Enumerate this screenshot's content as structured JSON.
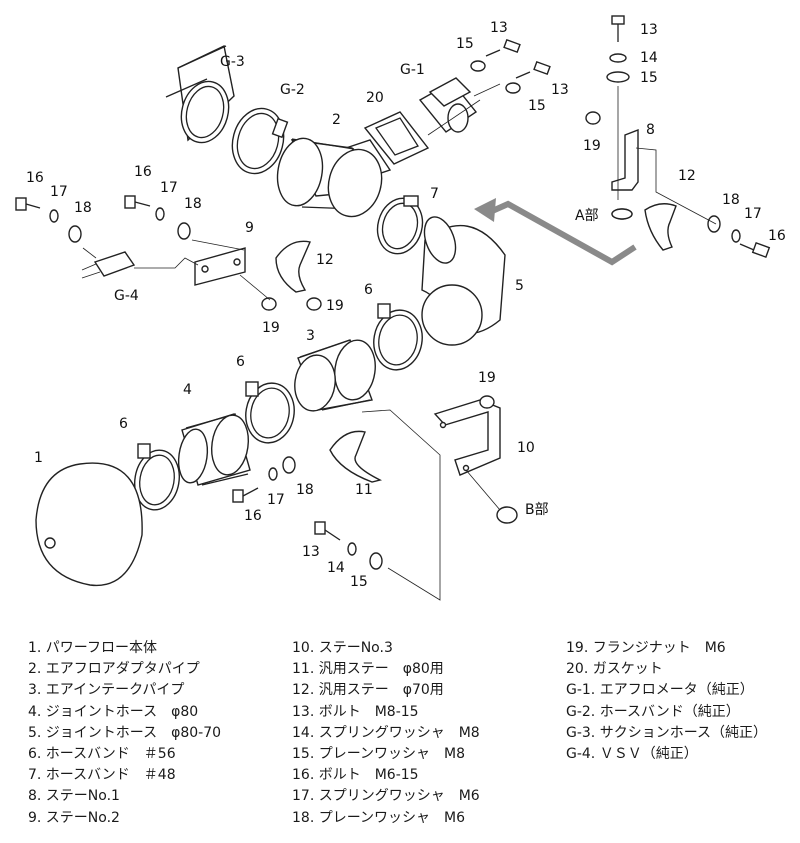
{
  "callouts": {
    "n1": "1",
    "n2": "2",
    "n3": "3",
    "n4": "4",
    "n5": "5",
    "n6a": "6",
    "n6b": "6",
    "n6c": "6",
    "n7": "7",
    "n8": "8",
    "n9": "9",
    "n10": "10",
    "n11": "11",
    "n12a": "12",
    "n12b": "12",
    "n13a": "13",
    "n13b": "13",
    "n13c": "13",
    "n13d": "13",
    "n14a": "14",
    "n14b": "14",
    "n15a": "15",
    "n15b": "15",
    "n15c": "15",
    "n15d": "15",
    "n16a": "16",
    "n16b": "16",
    "n16c": "16",
    "n16d": "16",
    "n17a": "17",
    "n17b": "17",
    "n17c": "17",
    "n17d": "17",
    "n18a": "18",
    "n18b": "18",
    "n18c": "18",
    "n18d": "18",
    "n19a": "19",
    "n19b": "19",
    "n19c": "19",
    "n19d": "19",
    "n20": "20",
    "g1": "G-1",
    "g2": "G-2",
    "g3": "G-3",
    "g4": "G-4",
    "a_part": "A部",
    "b_part": "B部"
  },
  "legend": {
    "col1": [
      "1. パワーフロー本体",
      "2. エアフロアダプタパイプ",
      "3. エアインテークパイプ",
      "4. ジョイントホース　φ80",
      "5. ジョイントホース　φ80-70",
      "6. ホースバンド　＃56",
      "7. ホースバンド　＃48",
      "8. ステーNo.1",
      "9. ステーNo.2"
    ],
    "col2": [
      "10. ステーNo.3",
      "11. 汎用ステー　φ80用",
      "12. 汎用ステー　φ70用",
      "13. ボルト　M8-15",
      "14. スプリングワッシャ　M8",
      "15. プレーンワッシャ　M8",
      "16. ボルト　M6-15",
      "17. スプリングワッシャ　M6",
      "18. プレーンワッシャ　M6"
    ],
    "col3": [
      "19. フランジナット　M6",
      "20. ガスケット",
      "G-1. エアフロメータ（純正）",
      "G-2. ホースバンド（純正）",
      "G-3. サクションホース（純正）",
      "G-4. ＶＳＶ（純正）"
    ]
  },
  "colors": {
    "line": "#222222",
    "arrow": "#8a8a8a",
    "text": "#111111"
  }
}
